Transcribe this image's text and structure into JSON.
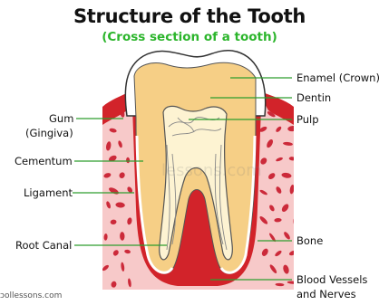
{
  "title": "Structure of the Tooth",
  "subtitle": "(Cross section of a tooth)",
  "labels": {
    "gum": "Gum",
    "gingiva": "(Gingiva)",
    "cementum": "Cementum",
    "ligament": "Ligament",
    "root_canal": "Root Canal",
    "enamel": "Enamel (Crown)",
    "dentin": "Dentin",
    "pulp": "Pulp",
    "bone": "Bone",
    "blood_vessels": "Blood Vessels",
    "and_nerves": "and Nerves"
  },
  "credit": "ɔollessons.com",
  "watermark": "lessons.com",
  "colors": {
    "subtitle": "#2bb52b",
    "leader_line": "#2e9e2e",
    "gum": "#d2232a",
    "bone": "#f7c9c9",
    "bone_pores": "#cc2a3a",
    "dentin": "#f6cf86",
    "pulp": "#fdf3d2",
    "enamel": "#ffffff"
  }
}
